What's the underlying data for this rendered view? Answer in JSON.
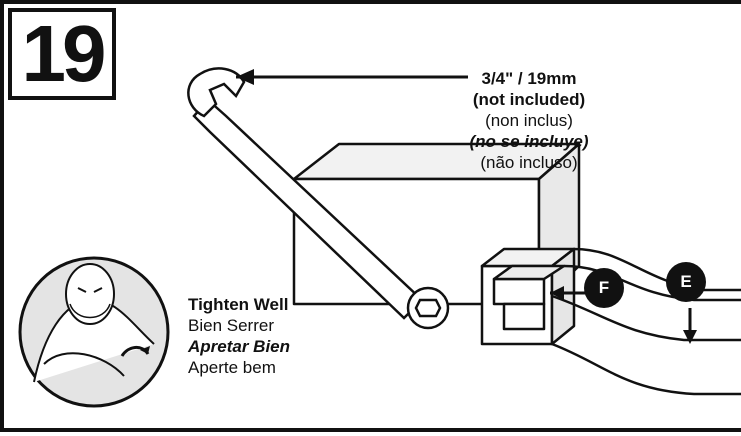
{
  "step_number": "19",
  "wrench_note": {
    "size": "3/4\" / 19mm",
    "en": "(not included)",
    "fr": "(non inclus)",
    "es": "(no se incluye)",
    "pt": "(não incluso)"
  },
  "tighten_note": {
    "en": "Tighten Well",
    "fr": "Bien Serrer",
    "es": "Apretar Bien",
    "pt": "Aperte bem"
  },
  "callouts": {
    "f": "F",
    "e": "E"
  },
  "colors": {
    "line": "#111111",
    "shade": "#e6e6e6",
    "badge": "#111111"
  }
}
